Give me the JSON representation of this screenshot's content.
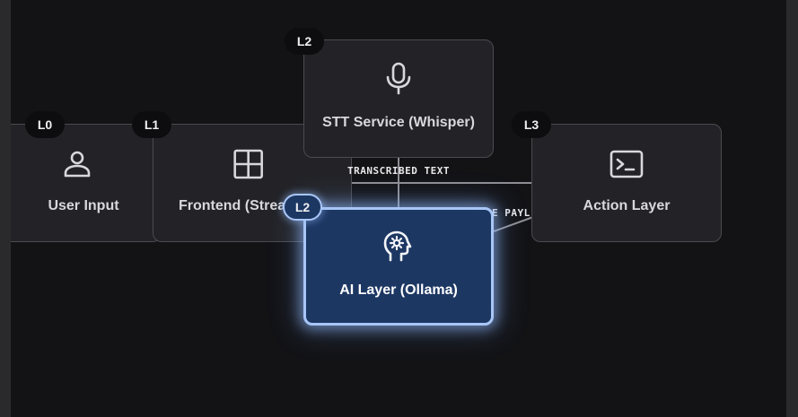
{
  "diagram": {
    "nodes": {
      "user_input": {
        "badge": "L0",
        "title": "User Input",
        "icon": "person-icon"
      },
      "frontend": {
        "badge": "L1",
        "title": "Frontend (Strea",
        "icon": "grid-icon"
      },
      "stt": {
        "badge": "L2",
        "title": "STT Service (Whisper)",
        "icon": "microphone-icon"
      },
      "action": {
        "badge": "L3",
        "title": "Action Layer",
        "icon": "terminal-icon"
      },
      "ai": {
        "badge": "L2",
        "title": "AI Layer (Ollama)",
        "icon": "brain-gear-icon",
        "active": true
      }
    },
    "edge_labels": {
      "stt_to_frontend": "TRANSCRIBED TEXT",
      "ai_to_action": "E PAYL"
    }
  },
  "colors": {
    "canvas": "#131316",
    "node_fill": "#232327",
    "node_border": "#4a4a50",
    "active_fill": "#1d3763",
    "active_border": "#a8c6f6",
    "edge": "#8e8e94"
  }
}
